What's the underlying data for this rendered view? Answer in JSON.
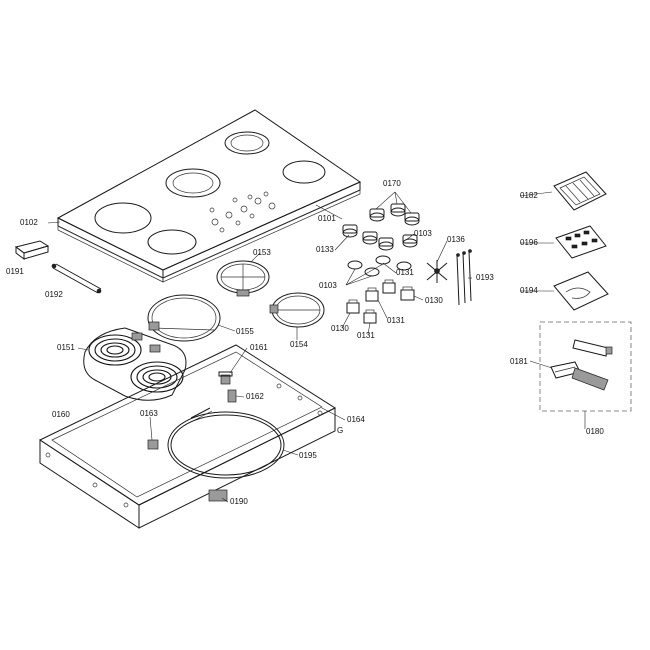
{
  "diagram": {
    "labels": {
      "p0170": "0170",
      "p0182": "0182",
      "p0102": "0102",
      "p0101": "0101",
      "p0103a": "0103",
      "p0136": "0136",
      "p0196": "0196",
      "p0133": "0133",
      "p0153": "0153",
      "p0131a": "0131",
      "p0193": "0193",
      "p0191": "0191",
      "p0192": "0192",
      "p0103b": "0103",
      "p0194": "0194",
      "p0130a": "0130",
      "p0155": "0155",
      "p0154": "0154",
      "p0131b": "0131",
      "p0130b": "0130",
      "p0131c": "0131",
      "p0151": "0151",
      "p0161": "0161",
      "p0181": "0181",
      "p0162": "0162",
      "p0160": "0160",
      "p0163": "0163",
      "p0164": "0164",
      "p0180": "0180",
      "pG": "G",
      "p0195": "0195",
      "p0190": "0190"
    }
  }
}
